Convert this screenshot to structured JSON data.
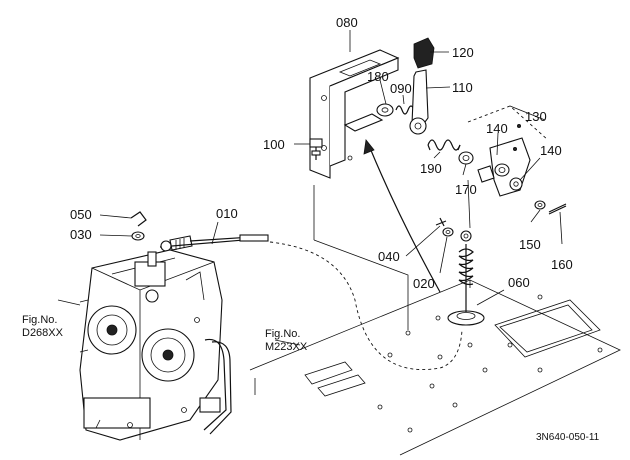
{
  "parts": {
    "p010": "010",
    "p020": "020",
    "p030": "030",
    "p040": "040",
    "p050": "050",
    "p060": "060",
    "p080": "080",
    "p090": "090",
    "p100": "100",
    "p110": "110",
    "p120": "120",
    "p130": "130",
    "p140a": "140",
    "p140b": "140",
    "p150": "150",
    "p160": "160",
    "p170": "170",
    "p180": "180",
    "p190": "190"
  },
  "figrefs": {
    "left_line1": "Fig.No.",
    "left_line2": "D268XX",
    "mid_line1": "Fig.No.",
    "mid_line2": "M223XX"
  },
  "drawing_code": "3N640-050-11"
}
